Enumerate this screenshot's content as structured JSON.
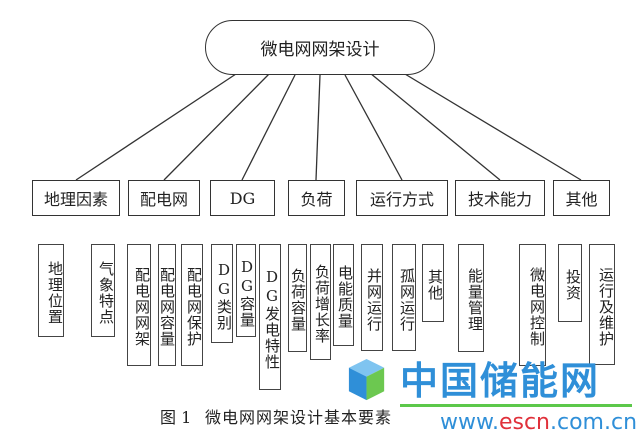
{
  "root": "微电网网架设计",
  "categories": [
    "地理因素",
    "配电网",
    "DG",
    "负荷",
    "运行方式",
    "技术能力",
    "其他"
  ],
  "leaves": [
    "地理位置",
    "气象特点",
    "配电网网架",
    "配电网容量",
    "配电网保护",
    "DG类别",
    "DG容量",
    "DG发电特性",
    "负荷容量",
    "负荷增长率",
    "电能质量",
    "并网运行",
    "孤网运行",
    "其他",
    "能量管理",
    "微电网控制",
    "投资",
    "运行及维护"
  ],
  "caption": {
    "fig": "图 1",
    "title": "微电网网架设计基本要素"
  },
  "watermark": {
    "name": "中国储能网",
    "url_prefix": "www.",
    "url_brand": "escn",
    "url_suffix": ".com.cn"
  }
}
